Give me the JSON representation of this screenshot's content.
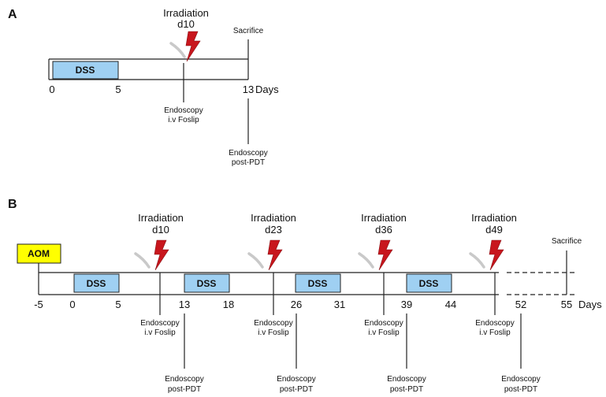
{
  "panel_a": {
    "label": "A",
    "boxes": [
      {
        "text": "DSS"
      }
    ],
    "ticks": [
      "0",
      "5",
      "13"
    ],
    "days_label": "Days",
    "irradiation": {
      "title": "Irradiation",
      "day": "d10"
    },
    "sacrifice": "Sacrifice",
    "endoscopy_ivfoslip": [
      "Endoscopy",
      "i.v Foslip"
    ],
    "endoscopy_postpdt": [
      "Endoscopy",
      "post-PDT"
    ]
  },
  "panel_b": {
    "label": "B",
    "aom": "AOM",
    "boxes": [
      {
        "text": "DSS"
      },
      {
        "text": "DSS"
      },
      {
        "text": "DSS"
      },
      {
        "text": "DSS"
      }
    ],
    "ticks": [
      "-5",
      "0",
      "5",
      "13",
      "18",
      "26",
      "31",
      "39",
      "44",
      "52",
      "55"
    ],
    "days_label": "Days",
    "irradiations": [
      {
        "title": "Irradiation",
        "day": "d10"
      },
      {
        "title": "Irradiation",
        "day": "d23"
      },
      {
        "title": "Irradiation",
        "day": "d36"
      },
      {
        "title": "Irradiation",
        "day": "d49"
      }
    ],
    "sacrifice": "Sacrifice",
    "endoscopy_ivfoslip": [
      "Endoscopy",
      "i.v Foslip"
    ],
    "endoscopy_postpdt": [
      "Endoscopy",
      "post-PDT"
    ]
  },
  "colors": {
    "dss_box": "#9fd0f2",
    "aom_box": "#ffff00",
    "lightning": "#c8161d",
    "lightning_shadow": "#bdbdbd",
    "line": "#222222"
  },
  "icons": [
    "lightning-bolt-icon"
  ]
}
